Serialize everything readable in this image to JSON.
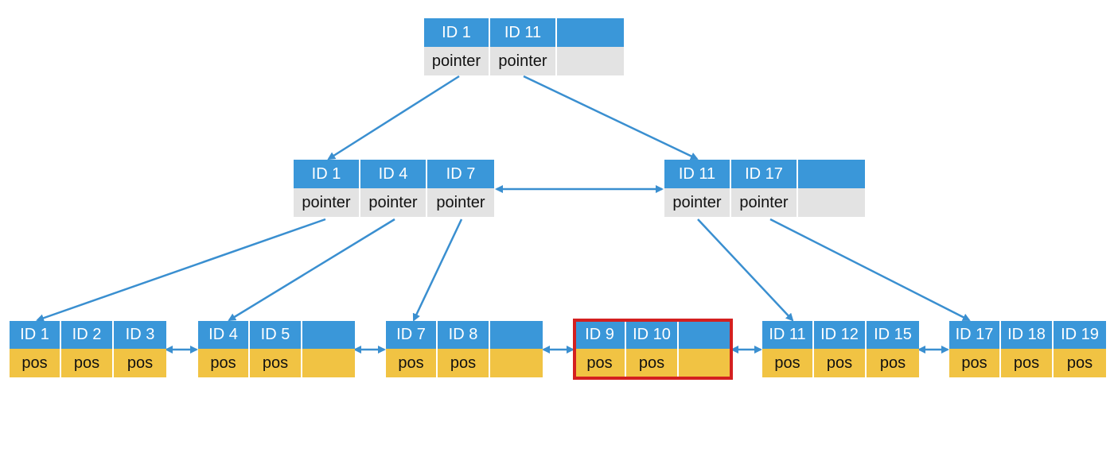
{
  "colors": {
    "key_fill": "#3a97d9",
    "pointer_fill": "#e3e3e3",
    "pos_fill": "#f1c343",
    "edge": "#3a8fd0",
    "highlight": "#d42020"
  },
  "tree": {
    "root": {
      "keys": [
        "ID 1",
        "ID 11",
        ""
      ],
      "pointers": [
        "pointer",
        "pointer",
        ""
      ]
    },
    "internal": [
      {
        "keys": [
          "ID 1",
          "ID 4",
          "ID 7"
        ],
        "pointers": [
          "pointer",
          "pointer",
          "pointer"
        ]
      },
      {
        "keys": [
          "ID 11",
          "ID 17",
          ""
        ],
        "pointers": [
          "pointer",
          "pointer",
          ""
        ]
      }
    ],
    "leaves": [
      {
        "keys": [
          "ID 1",
          "ID 2",
          "ID 3"
        ],
        "values": [
          "pos",
          "pos",
          "pos"
        ]
      },
      {
        "keys": [
          "ID 4",
          "ID 5",
          ""
        ],
        "values": [
          "pos",
          "pos",
          ""
        ]
      },
      {
        "keys": [
          "ID 7",
          "ID 8",
          ""
        ],
        "values": [
          "pos",
          "pos",
          ""
        ]
      },
      {
        "keys": [
          "ID 9",
          "ID 10",
          ""
        ],
        "values": [
          "pos",
          "pos",
          ""
        ],
        "highlighted": true
      },
      {
        "keys": [
          "ID 11",
          "ID 12",
          "ID 15"
        ],
        "values": [
          "pos",
          "pos",
          "pos"
        ]
      },
      {
        "keys": [
          "ID 17",
          "ID 18",
          "ID 19"
        ],
        "values": [
          "pos",
          "pos",
          "pos"
        ]
      }
    ]
  }
}
